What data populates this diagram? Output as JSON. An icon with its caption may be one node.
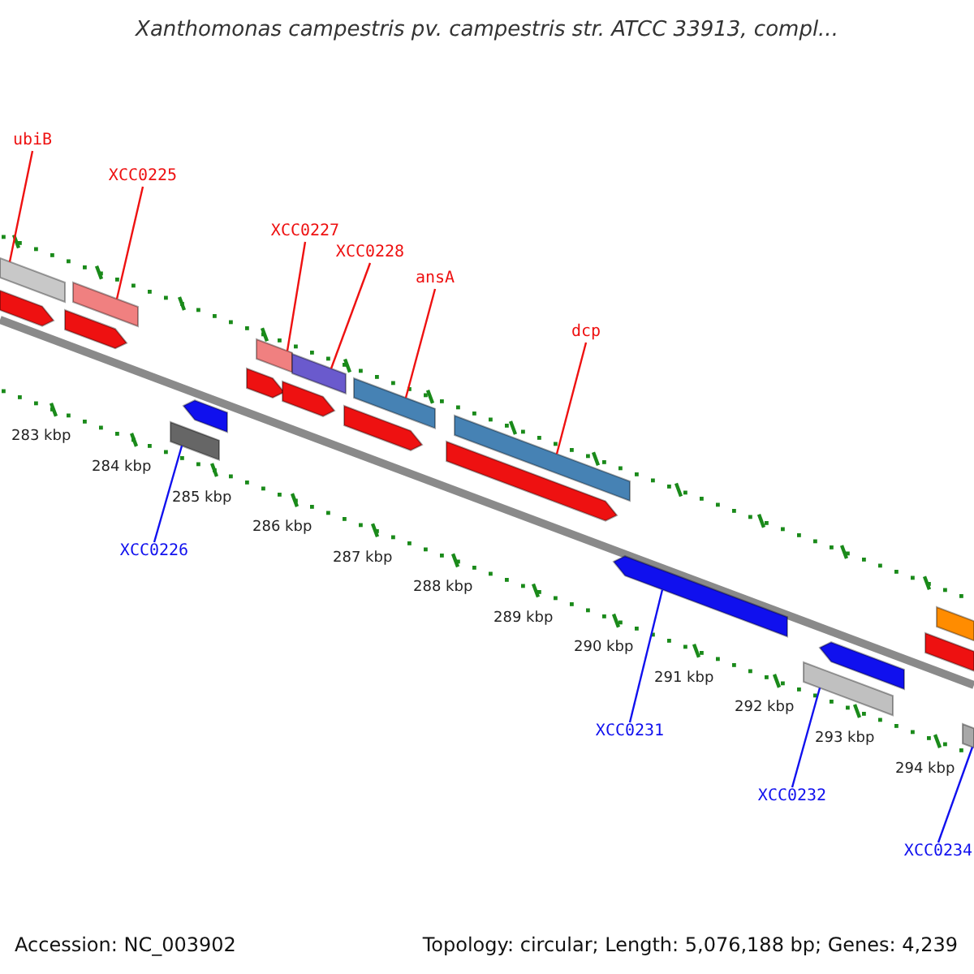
{
  "diagram": {
    "title": "Xanthomonas campestris pv. campestris str. ATCC 33913, compl...",
    "nodes": [
      {
        "text": [
          "ubiB"
        ]
      },
      {
        "text": [],
        "shape": "bar"
      },
      {
        "text": [
          "XCC0225"
        ]
      },
      {
        "text": [],
        "shape": "bar"
      },
      {
        "text": [
          "XCC0227"
        ]
      },
      {
        "text": [],
        "shape": "bar"
      },
      {
        "text": [
          "XCC0228"
        ]
      },
      {
        "text": [],
        "shape": "bar"
      },
      {
        "text": [
          "ansA"
        ]
      },
      {
        "text": [],
        "shape": "bar"
      },
      {
        "text": [
          "dcp"
        ]
      },
      {
        "text": [],
        "shape": "bar"
      },
      {
        "text": [
          "XCC0226"
        ]
      },
      {
        "text": [],
        "shape": "bar"
      },
      {
        "text": [
          "XCC0231"
        ]
      },
      {
        "text": [],
        "shape": "bar"
      },
      {
        "text": [
          "XCC0232"
        ]
      },
      {
        "text": [],
        "shape": "bar"
      },
      {
        "text": [
          "XCC0234"
        ]
      },
      {
        "text": [],
        "shape": "bar"
      },
      {
        "text": [],
        "shape": "bar"
      },
      {
        "text": [],
        "shape": "bar"
      },
      {
        "text": [],
        "shape": "bar"
      },
      {
        "text": [],
        "shape": "bar"
      },
      {
        "text": [],
        "shape": "bar"
      },
      {
        "text": [],
        "shape": "bar"
      },
      {
        "text": [],
        "shape": "bar"
      },
      {
        "text": [],
        "shape": "bar"
      },
      {
        "text": [],
        "shape": "bar"
      },
      {
        "text": [],
        "shape": "bar"
      }
    ],
    "edges": [
      {
        "from": 0,
        "to": 1,
        "arrow": "none"
      },
      {
        "from": 2,
        "to": 3,
        "arrow": "none"
      },
      {
        "from": 4,
        "to": 5,
        "arrow": "none"
      },
      {
        "from": 6,
        "to": 7,
        "arrow": "none"
      },
      {
        "from": 8,
        "to": 9,
        "arrow": "none"
      },
      {
        "from": 10,
        "to": 11,
        "arrow": "none"
      },
      {
        "from": 12,
        "to": 13,
        "arrow": "none",
        "color": "#1010ee"
      },
      {
        "from": 14,
        "to": 15,
        "arrow": "none",
        "color": "#1010ee"
      },
      {
        "from": 16,
        "to": 17,
        "arrow": "none",
        "color": "#1010ee"
      },
      {
        "from": 18,
        "to": 19,
        "arrow": "none",
        "color": "#1010ee"
      }
    ],
    "labels": [
      "283 kbp",
      "284 kbp",
      "285 kbp",
      "286 kbp",
      "287 kbp",
      "288 kbp",
      "289 kbp",
      "290 kbp",
      "291 kbp",
      "292 kbp",
      "293 kbp",
      "294 kbp",
      "Accession: NC_003902",
      "Topology: circular; Length: 5,076,188 bp; Genes: 4,239"
    ]
  }
}
